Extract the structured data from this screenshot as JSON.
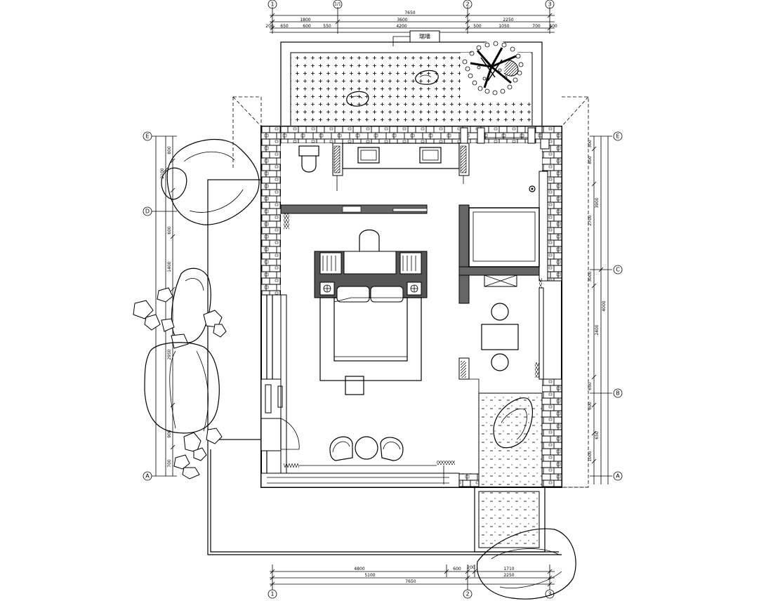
{
  "plan": {
    "label_box": "瑞墙",
    "grid_labels": {
      "top": [
        "1",
        "1/1",
        "2",
        "3"
      ],
      "bottom": [
        "1",
        "2",
        "3"
      ],
      "left": [
        "E",
        "D",
        "A"
      ],
      "right": [
        "E",
        "C",
        "B",
        "A"
      ]
    },
    "dimensions": {
      "top_overall": [
        "7650",
        "2250"
      ],
      "top_mid": [
        "1800",
        "3600"
      ],
      "top_small": [
        "200",
        "650",
        "600",
        "550",
        "4200",
        "500",
        "1050",
        "700",
        "400"
      ],
      "bottom_row1": [
        "4800",
        "600",
        "200",
        "1710"
      ],
      "bottom_row2": [
        "5100",
        "2250"
      ],
      "bottom_row3": [
        "7650"
      ],
      "left": [
        "800",
        "2100",
        "600",
        "1400",
        "2950",
        "900",
        "700"
      ],
      "right": [
        "300",
        "800",
        "2700",
        "3900",
        "3000",
        "2400",
        "650",
        "600",
        "1000",
        "650",
        "4000"
      ]
    }
  }
}
